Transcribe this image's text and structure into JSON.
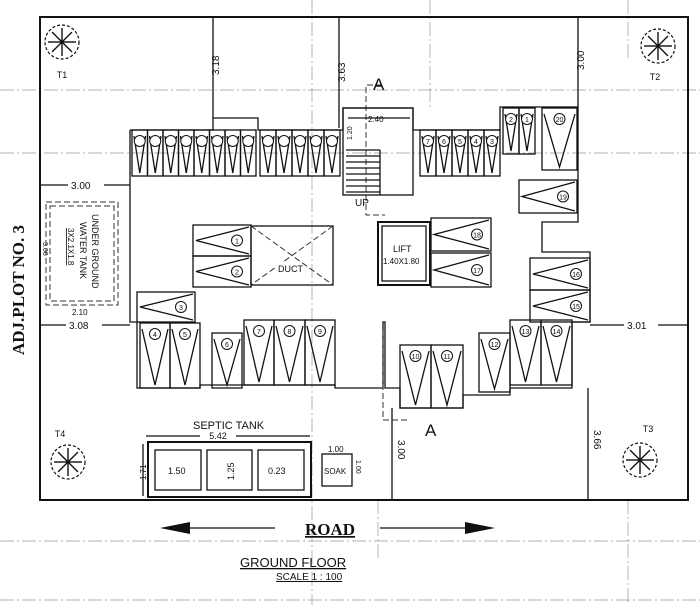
{
  "side_label": "ADJ.PLOT NO. 3",
  "trees": [
    "T1",
    "T2",
    "T3",
    "T4"
  ],
  "dimensions": {
    "top_left": "3.18",
    "top_mid": "3.63",
    "top_right": "3.00",
    "left_upper": "3.00",
    "left_lower": "3.08",
    "right": "3.01",
    "bottom_mid": "3.00",
    "bottom_right": "3.66",
    "stair_width": "2.40",
    "stair_small": "1.20"
  },
  "section_marker": "A",
  "stair_label": "UP",
  "lift": {
    "title": "LIFT",
    "size": "1.40X1.80"
  },
  "duct_label": "DUCT",
  "water_tank": {
    "line1": "UNDER GROUND",
    "line2": "WATER TANK",
    "size": "3X2.1X1.8",
    "width": "2.10",
    "depth": "3.00"
  },
  "septic_tank": {
    "title": "SEPTIC TANK",
    "length": "5.42",
    "width": "1.71",
    "c1": "1.50",
    "c2": "1.25",
    "c3": "0.23"
  },
  "soak_pit": {
    "label": "SOAK",
    "w": "1.00",
    "h": "1.00"
  },
  "road_label": "ROAD",
  "drawing_title": "GROUND FLOOR",
  "scale": "SCALE 1 : 100",
  "parking_bays": [
    "1",
    "2",
    "3",
    "4",
    "5",
    "6",
    "7",
    "8",
    "9",
    "10",
    "11",
    "12",
    "13",
    "14",
    "15",
    "16",
    "17",
    "18",
    "19",
    "20"
  ],
  "top_right_bays": [
    "7",
    "6",
    "5",
    "4",
    "3",
    "2",
    "1"
  ]
}
